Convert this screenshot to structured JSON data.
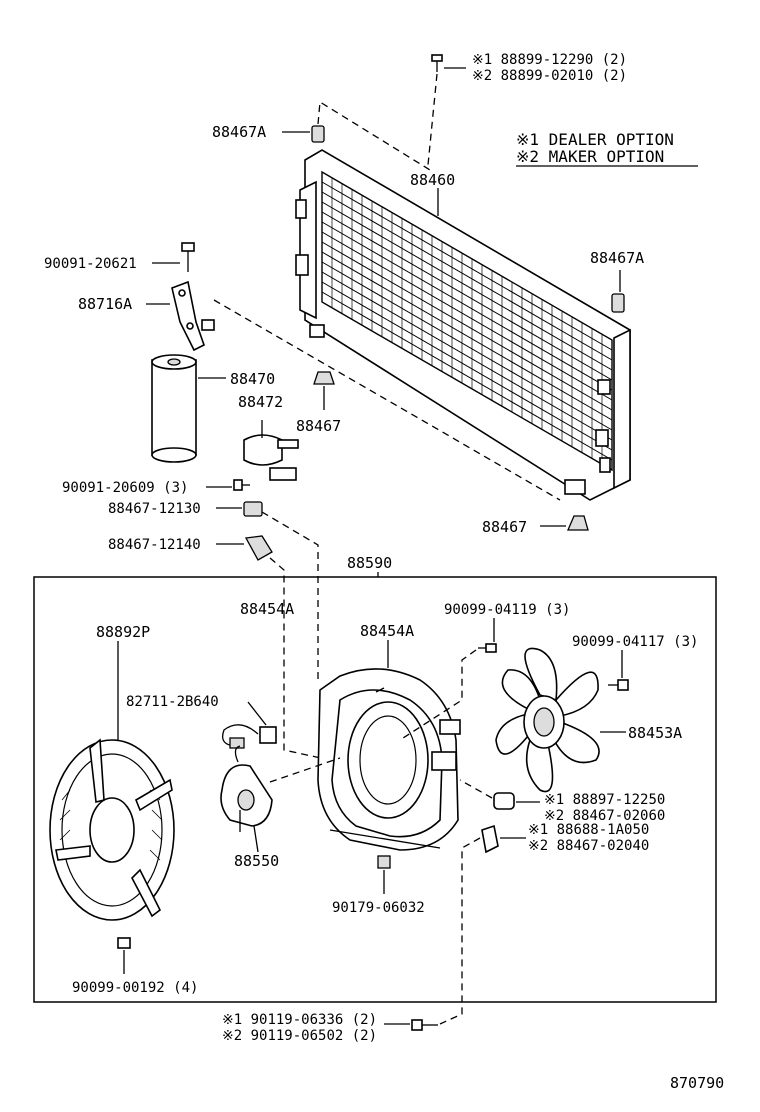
{
  "notes": {
    "line1": "※1 DEALER OPTION",
    "line2": "※2 MAKER OPTION"
  },
  "labels": {
    "bolt_top_1": "※1 88899-12290 (2)",
    "bolt_top_2": "※2 88899-02010 (2)",
    "cushion_a_top": "88467A",
    "condenser": "88460",
    "cushion_a_right": "88467A",
    "bolt_90091_20621": "90091-20621",
    "bracket": "88716A",
    "receiver": "88470",
    "bracket_88472": "88472",
    "cushion_88467_mid": "88467",
    "bolt_90091_20609": "90091-20609 (3)",
    "cushion_12130": "88467-12130",
    "cushion_12140": "88467-12140",
    "cushion_88467_bottom": "88467",
    "fan_assy": "88590",
    "shroud_left": "88454A",
    "shroud_center": "88454A",
    "motor_88892p": "88892P",
    "bolt_04119": "90099-04119 (3)",
    "bolt_04117": "90099-04117 (3)",
    "connector": "82711-2B640",
    "fan": "88453A",
    "nut_1": "※1 88897-12250",
    "nut_2": "※2 88467-02060",
    "motor_88550": "88550",
    "clip_1": "※1 88688-1A050",
    "clip_2": "※2 88467-02040",
    "bolt_06032": "90179-06032",
    "bolt_00192": "90099-00192 (4)",
    "bolt_bottom_1": "※1 90119-06336 (2)",
    "bolt_bottom_2": "※2 90119-06502 (2)",
    "diagram_number": "870790"
  }
}
